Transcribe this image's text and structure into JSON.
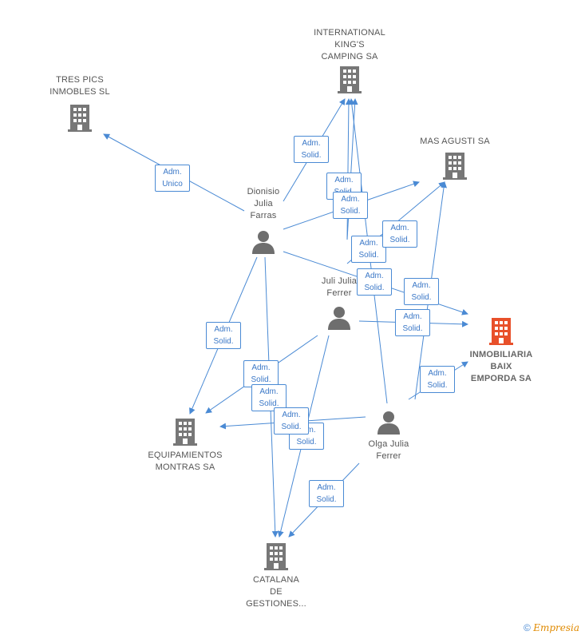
{
  "colors": {
    "edge": "#4a8ad4",
    "building": "#777777",
    "main_building": "#e8502a",
    "person": "#6e6e6e"
  },
  "companies": {
    "tres_pics": "TRES PICS\nINMOBLES SL",
    "international": "INTERNATIONAL\nKING'S\nCAMPING SA",
    "mas_agusti": "MAS AGUSTI SA",
    "inmobiliaria": "INMOBILIARIA\nBAIX\nEMPORDA SA",
    "equipamientos": "EQUIPAMIENTOS\nMONTRAS SA",
    "catalana": "CATALANA\nDE\nGESTIONES..."
  },
  "persons": {
    "dionisio": "Dionisio\nJulia\nFarras",
    "juli": "Juli Julia\nFerrer",
    "olga": "Olga Julia\nFerrer"
  },
  "edge_labels": [
    {
      "id": "el1",
      "l1": "Adm.",
      "l2": "Unico"
    },
    {
      "id": "el2",
      "l1": "Adm.",
      "l2": "Solid."
    },
    {
      "id": "el3",
      "l1": "Adm.",
      "l2": "Solid."
    },
    {
      "id": "el4",
      "l1": "Adm.",
      "l2": "Solid."
    },
    {
      "id": "el5",
      "l1": "Adm.",
      "l2": "Solid."
    },
    {
      "id": "el6",
      "l1": "Adm.",
      "l2": "Solid."
    },
    {
      "id": "el7",
      "l1": "Adm.",
      "l2": "Solid."
    },
    {
      "id": "el8",
      "l1": "Adm.",
      "l2": "Solid."
    },
    {
      "id": "el9",
      "l1": "Adm.",
      "l2": "Solid."
    },
    {
      "id": "el10",
      "l1": "Adm.",
      "l2": "Solid."
    },
    {
      "id": "el11",
      "l1": "Adm.",
      "l2": "Solid."
    },
    {
      "id": "el12",
      "l1": "Adm.",
      "l2": "Solid."
    },
    {
      "id": "el13",
      "l1": "Adm.",
      "l2": "Solid."
    },
    {
      "id": "el14",
      "l1": "Adm.",
      "l2": "Solid."
    },
    {
      "id": "el15",
      "l1": "Adm.",
      "l2": "Solid."
    },
    {
      "id": "el16",
      "l1": "Adm.",
      "l2": "Solid."
    }
  ],
  "footer": {
    "copyright": "©",
    "brand": "Empresia"
  }
}
